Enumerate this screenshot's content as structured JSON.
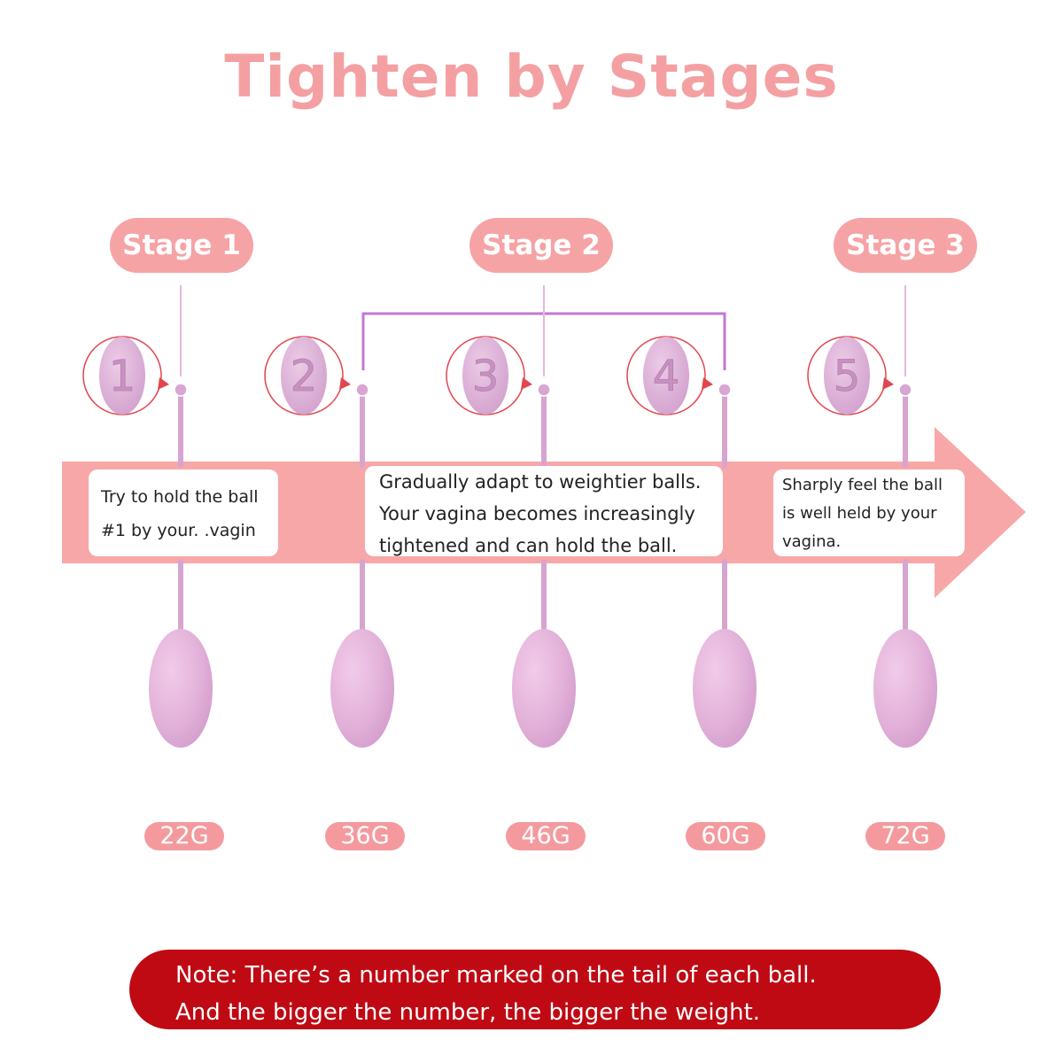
{
  "title": "Tighten by Stages",
  "stages": [
    {
      "label": "Stage 1"
    },
    {
      "label": "Stage 2"
    },
    {
      "label": "Stage 3"
    }
  ],
  "balls": [
    {
      "number": "1",
      "weight": "22G"
    },
    {
      "number": "2",
      "weight": "36G"
    },
    {
      "number": "3",
      "weight": "46G"
    },
    {
      "number": "4",
      "weight": "60G"
    },
    {
      "number": "5",
      "weight": "72G"
    }
  ],
  "descriptions": [
    {
      "lines": [
        "Try to hold the ball",
        "#1 by your. .vagin"
      ]
    },
    {
      "lines": [
        "Gradually adapt to weightier balls.",
        "Your vagina becomes increasingly",
        "tightened and can hold the ball."
      ]
    },
    {
      "lines": [
        "Sharply feel the ball",
        "is well held by your",
        "vagina."
      ]
    }
  ],
  "note": {
    "line1": "Note: There’s  a number marked on the tail of each ball.",
    "line2": "And the bigger the number, the bigger the weight."
  },
  "colors": {
    "title": "#f4a0a3",
    "stage_pill": "#f6a3a5",
    "arrow": "#f8a7a8",
    "ball": "#e6b6dd",
    "bracket": "#c07ad0",
    "note_bg": "#bf0a14",
    "circle_border": "#e2454f"
  }
}
